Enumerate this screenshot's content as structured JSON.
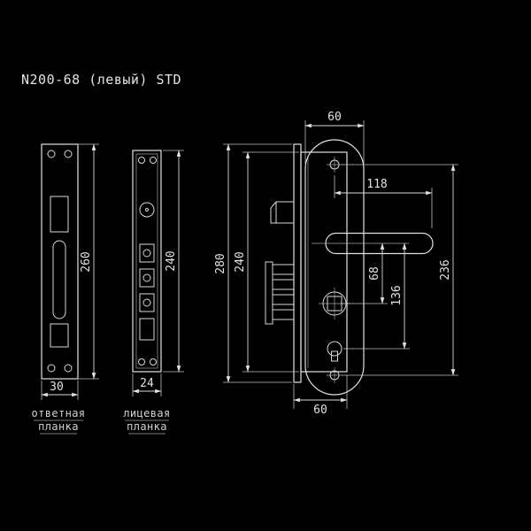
{
  "title": "N200-68 (левый) STD",
  "colors": {
    "background": "#000000",
    "line": "#e2e2e2",
    "text": "#cfd4d0"
  },
  "strike_plate": {
    "label_line1": "ответная",
    "label_line2": "планка",
    "dim_height": "260",
    "dim_width": "30"
  },
  "face_plate": {
    "label_line1": "лицевая",
    "label_line2": "планка",
    "dim_height": "240",
    "dim_width": "24"
  },
  "lock_body": {
    "dim_overall_height": "280",
    "dim_case_height": "240",
    "dim_plate_width": "60",
    "dim_handle_length": "118",
    "dim_axis_distance": "68",
    "dim_mid_height": "136",
    "dim_screw_distance": "236",
    "dim_case_width": "60"
  }
}
